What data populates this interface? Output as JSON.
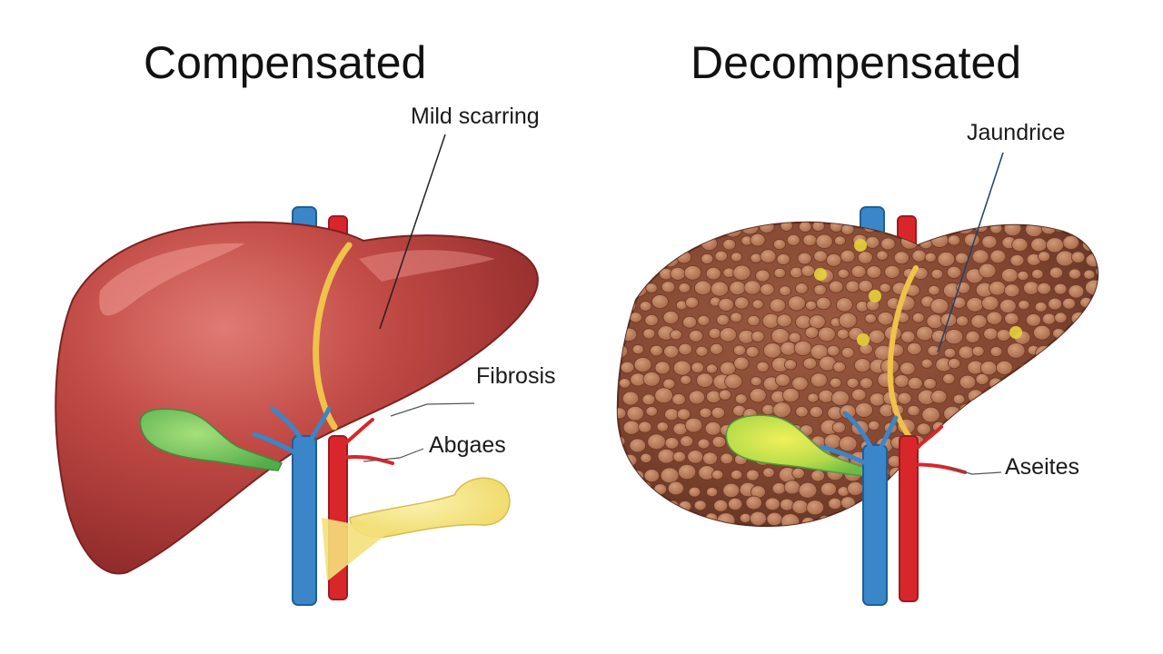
{
  "panels": {
    "left": {
      "title": "Compensated",
      "labels": {
        "scarring": "Mild scarring",
        "fibrosis": "Fibrosis",
        "abges": "Abgaes"
      }
    },
    "right": {
      "title": "Decompensated",
      "labels": {
        "jaundice": "Jaundrice",
        "ascites": "Aseites"
      }
    }
  },
  "colors": {
    "healthy_liver": "#b33a3a",
    "healthy_liver_highlight": "#d96a66",
    "cirrhotic_liver": "#8a4a34",
    "nodule": "#b87a5a",
    "jaundice_spot": "#e6d23a",
    "vein_blue": "#3b86c8",
    "artery_red": "#d9262b",
    "gallbladder_green": "#6cc25a",
    "ligament_yellow": "#f0c24a",
    "fluid_yellow": "#f2e27a"
  }
}
